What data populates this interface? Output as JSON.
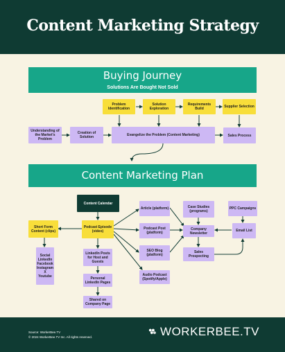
{
  "title": "Content Marketing Strategy",
  "buying_journey": {
    "heading": "Buying  Journey",
    "subheading": "Solutions Are Bought Not Sold",
    "nodes": {
      "problem_identification": "Problem Identification",
      "solution_exploration": "Solution Exploration",
      "requirements_build": "Requirements Build",
      "supplier_selection": "Supplier Selection",
      "understanding_market": "Understanding of the Market's Problem",
      "creation_of_solution": "Creation of Solution",
      "evangelize": "Evangelize the Problem (Content Marketing)",
      "sales_process": "Sales Process"
    }
  },
  "content_plan": {
    "heading": "Content Marketing Plan",
    "nodes": {
      "content_calendar": "Content Calendar",
      "short_form": "Short Form Content (clips)",
      "podcast_episode": "Podcast Episode (video)",
      "social": "Social LinkedIn Facebook Instagram X Youtube",
      "linkedin_posts": "LinkedIn Posts for Host and Guests",
      "personal_linkedin": "Personal LinkedIn Pages",
      "shared_company": "Shared on Company Page",
      "article": "Article (platform)",
      "podcast_post": "Podcast Post (platform)",
      "seo_blog": "SEO Blog (platform)",
      "audio_podcast": "Audio Podcast (Spotify/Apple)",
      "case_studies": "Case Studies (programs)",
      "company_newsletter": "Company Newsletter",
      "sales_prospecting": "Sales Prospecting",
      "ppc_campaigns": "PPC Campaigns",
      "email_list": "Email List"
    }
  },
  "footer": {
    "source_line1": "Source: WorkerBee.TV",
    "source_line2": "© 2024 WorkerBee.TV Inc. All rights reserved.",
    "brand": "WORKERBEE.TV"
  },
  "colors": {
    "dark_green": "#0f3b33",
    "teal": "#17a689",
    "yellow": "#f8de3a",
    "lavender": "#cdb8f4",
    "cream": "#f8f3e3"
  }
}
